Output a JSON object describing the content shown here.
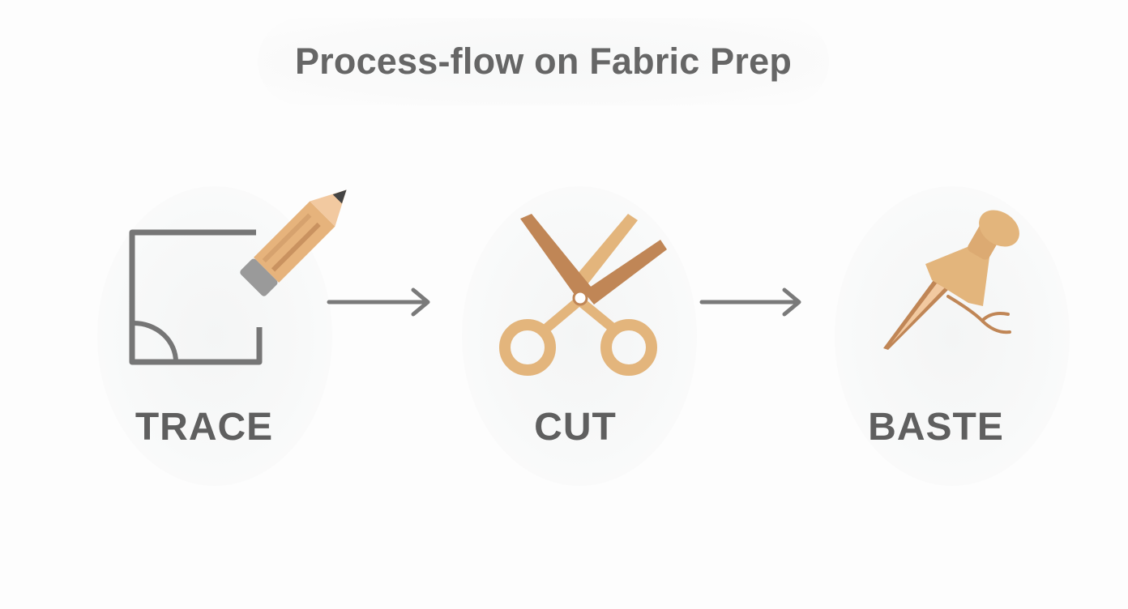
{
  "title": "Process-flow on Fabric Prep",
  "steps": [
    {
      "label": "TRACE",
      "icon": "pencil-tracing-square-icon"
    },
    {
      "label": "CUT",
      "icon": "scissors-icon"
    },
    {
      "label": "BASTE",
      "icon": "push-pin-icon"
    }
  ],
  "colors": {
    "text": "#606060",
    "icon_gray": "#767676",
    "tan_light": "#e3b57c",
    "tan_dark": "#c08656",
    "arrow": "#7a7a7a"
  }
}
